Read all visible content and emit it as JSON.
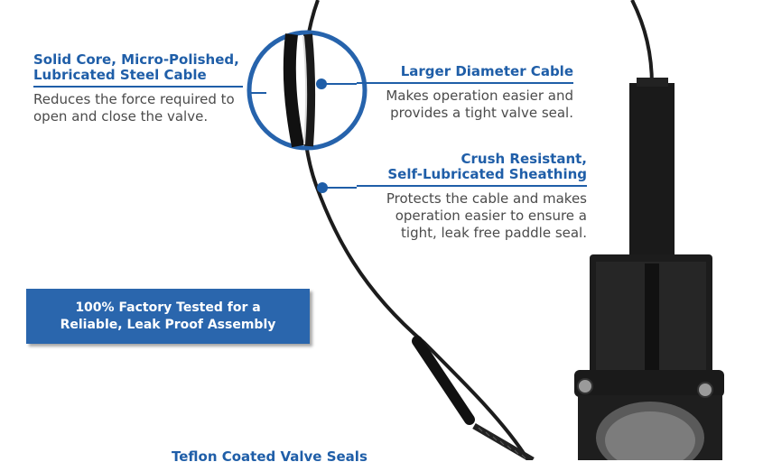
{
  "callouts": {
    "steel_cable": {
      "heading_line1": "Solid Core, Micro-Polished,",
      "heading_line2": "Lubricated Steel Cable",
      "body_line1": "Reduces the force required to",
      "body_line2": "open and close the valve."
    },
    "larger_diameter": {
      "heading_line1": "Larger Diameter Cable",
      "body_line1": "Makes operation easier and",
      "body_line2": "provides a tight valve seal."
    },
    "sheathing": {
      "heading_line1": "Crush Resistant,",
      "heading_line2": "Self-Lubricated Sheathing",
      "body_line1": "Protects the cable and makes",
      "body_line2": "operation easier to ensure a",
      "body_line3": "tight, leak free paddle seal."
    },
    "teflon": {
      "heading_line1": "Teflon Coated Valve Seals"
    }
  },
  "banner": {
    "line1": "100% Factory Tested for a",
    "line2": "Reliable, Leak Proof Assembly"
  },
  "colors": {
    "brand_blue": "#1f5ea8",
    "banner_blue": "#2a66ad",
    "body_text": "#4b4b4b",
    "valve_black": "#1a1a1a"
  },
  "icons": [
    "zoom-magnifier-circle",
    "callout-dot"
  ]
}
